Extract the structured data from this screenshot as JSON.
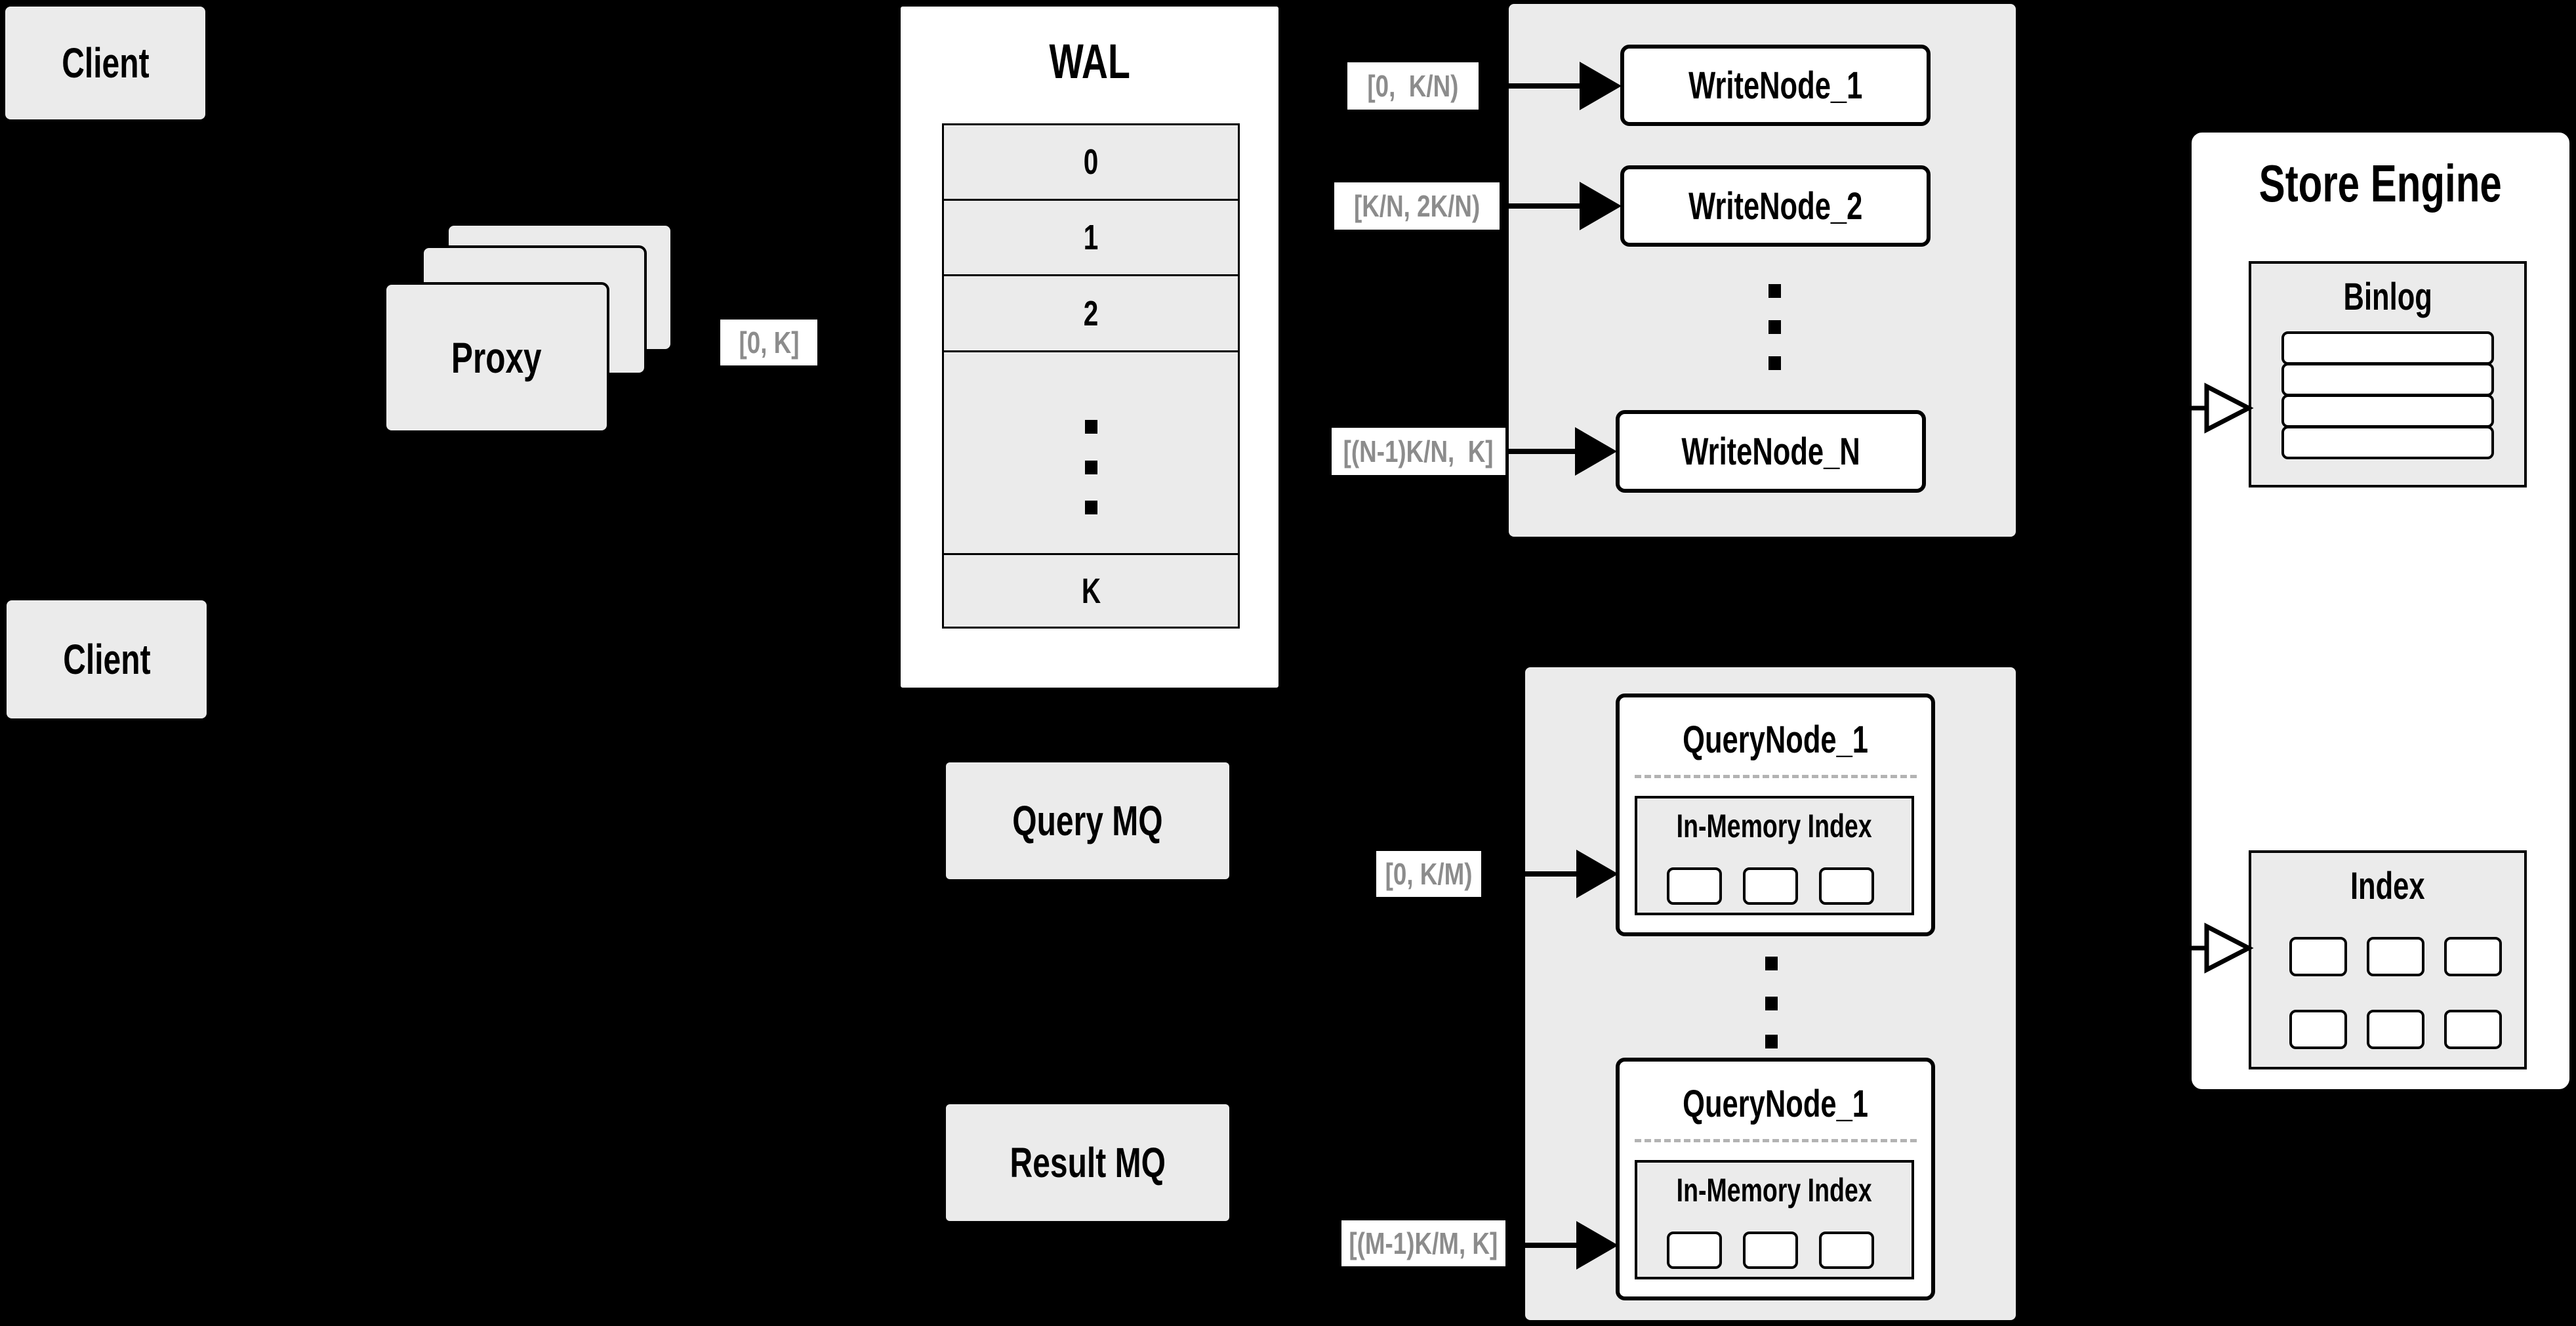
{
  "colors": {
    "background": "#000000",
    "box_gray": "#ebebeb",
    "box_white": "#ffffff",
    "line": "#000000",
    "range_text": "#8c8c8c",
    "dashed": "#b3b3b3"
  },
  "clients": {
    "top": "Client",
    "bottom": "Client"
  },
  "proxy": {
    "label": "Proxy"
  },
  "wal": {
    "title": "WAL",
    "segments": [
      "0",
      "1",
      "2",
      "K"
    ]
  },
  "ranges": {
    "proxy_wal": "[0, K]",
    "write_node_1": "[0,  K/N)",
    "write_node_2": "[K/N, 2K/N)",
    "write_node_n": "[(N-1)K/N,  K]",
    "query_node_1": "[0, K/M)",
    "query_node_m": "[(M-1)K/M, K]"
  },
  "write_nodes": {
    "node_1": "WriteNode_1",
    "node_2": "WriteNode_2",
    "node_n": "WriteNode_N"
  },
  "mq": {
    "query": "Query MQ",
    "result": "Result MQ"
  },
  "query_nodes": {
    "top": {
      "title": "QueryNode_1",
      "memory_index": "In-Memory Index"
    },
    "bottom": {
      "title": "QueryNode_1",
      "memory_index": "In-Memory Index"
    }
  },
  "store_engine": {
    "title": "Store Engine",
    "binlog": "Binlog",
    "index": "Index"
  }
}
